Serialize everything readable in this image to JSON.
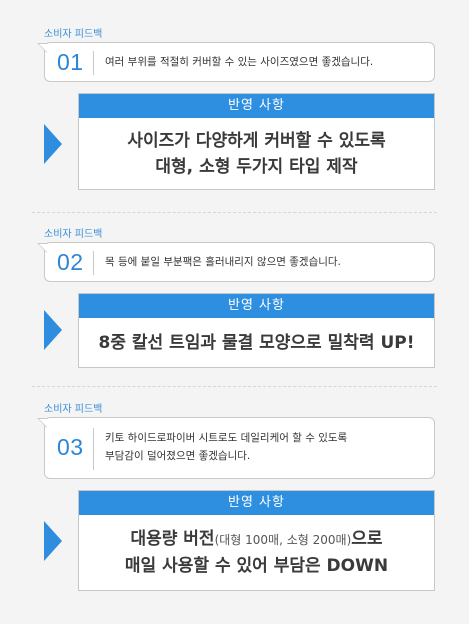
{
  "section_label": "소비자 피드백",
  "result_header": "반영 사항",
  "colors": {
    "accent": "#2e8fe0",
    "number": "#2b86d6",
    "background": "#f4f4f5"
  },
  "items": [
    {
      "number": "01",
      "feedback": "여러 부위를 적절히 커버할 수 있는 사이즈였으면 좋겠습니다.",
      "result_lines": [
        "사이즈가 다양하게 커버할 수 있도록",
        "대형, 소형 두가지 타입 제작"
      ]
    },
    {
      "number": "02",
      "feedback": "목 등에 붙일 부분팩은 흘러내리지 않으면 좋겠습니다.",
      "result_lines": [
        "8중 칼선 트임과 물결 모양으로 밀착력 UP!"
      ]
    },
    {
      "number": "03",
      "feedback_lines": [
        "키토 하이드로파이버 시트로도 데일리케어 할 수 있도록",
        "부담감이 덜어졌으면 좋겠습니다."
      ],
      "result_line1": {
        "main": "대용량 버전",
        "paren": "(대형 100매, 소형 200매)",
        "tail": "으로"
      },
      "result_line2": "매일 사용할 수 있어 부담은 DOWN"
    }
  ]
}
